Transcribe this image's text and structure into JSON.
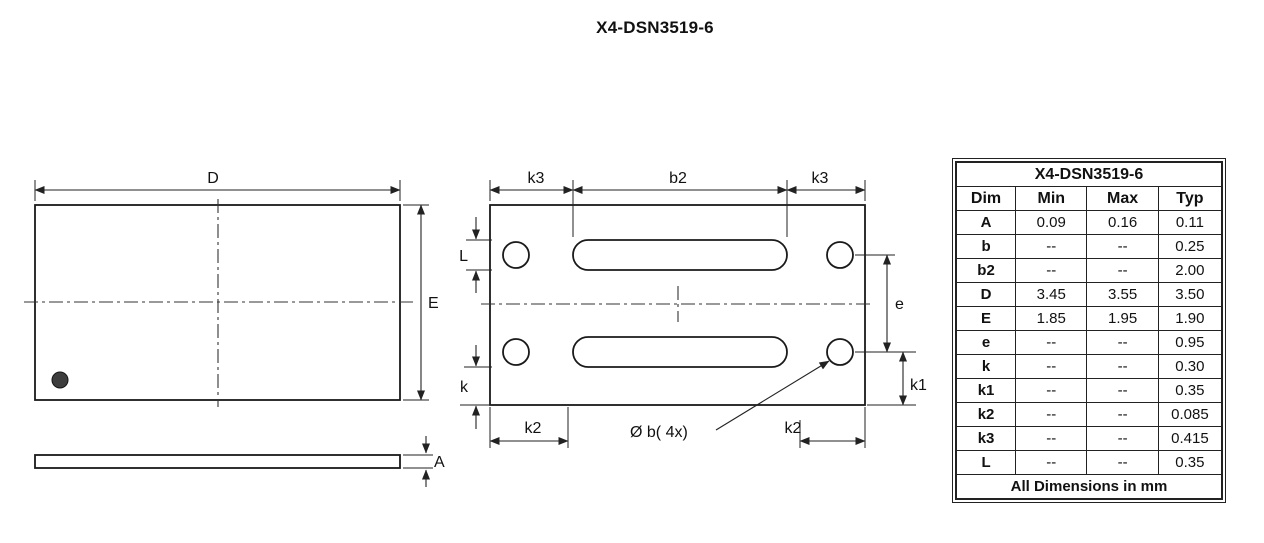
{
  "title": "X4-DSN3519-6",
  "views": {
    "top": {
      "d_label": "D",
      "e_label": "E"
    },
    "side": {
      "a_label": "A"
    },
    "bottom": {
      "k3_left": "k3",
      "b2": "b2",
      "k3_right": "k3",
      "l_label": "L",
      "k_label": "k",
      "e_label": "e",
      "k1_label": "k1",
      "k2_left": "k2",
      "k2_right": "k2",
      "b_callout": "Ø b( 4x)"
    }
  },
  "table": {
    "title": "X4-DSN3519-6",
    "headers": [
      "Dim",
      "Min",
      "Max",
      "Typ"
    ],
    "rows": [
      {
        "dim": "A",
        "min": "0.09",
        "max": "0.16",
        "typ": "0.11"
      },
      {
        "dim": "b",
        "min": "--",
        "max": "--",
        "typ": "0.25"
      },
      {
        "dim": "b2",
        "min": "--",
        "max": "--",
        "typ": "2.00"
      },
      {
        "dim": "D",
        "min": "3.45",
        "max": "3.55",
        "typ": "3.50"
      },
      {
        "dim": "E",
        "min": "1.85",
        "max": "1.95",
        "typ": "1.90"
      },
      {
        "dim": "e",
        "min": "--",
        "max": "--",
        "typ": "0.95"
      },
      {
        "dim": "k",
        "min": "--",
        "max": "--",
        "typ": "0.30"
      },
      {
        "dim": "k1",
        "min": "--",
        "max": "--",
        "typ": "0.35"
      },
      {
        "dim": "k2",
        "min": "--",
        "max": "--",
        "typ": "0.085"
      },
      {
        "dim": "k3",
        "min": "--",
        "max": "--",
        "typ": "0.415"
      },
      {
        "dim": "L",
        "min": "--",
        "max": "--",
        "typ": "0.35"
      }
    ],
    "footer": "All Dimensions in mm"
  }
}
